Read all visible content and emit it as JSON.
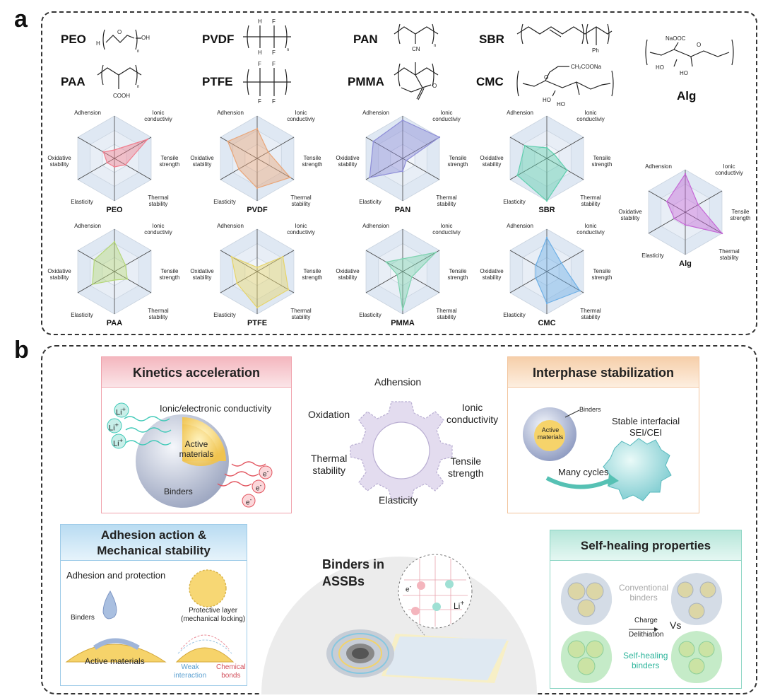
{
  "panel_a": {
    "letter": "a",
    "polymers": [
      {
        "key": "peo",
        "abbr": "PEO",
        "name": "PEO",
        "color": "#f07f8f"
      },
      {
        "key": "pvdf",
        "abbr": "PVDF",
        "name": "PVDF",
        "color": "#e9a679"
      },
      {
        "key": "pan",
        "abbr": "PAN",
        "name": "PAN",
        "color": "#8f8fd8"
      },
      {
        "key": "sbr",
        "abbr": "SBR",
        "name": "SBR",
        "color": "#5fcfae"
      },
      {
        "key": "paa",
        "abbr": "PAA",
        "name": "PAA",
        "color": "#b5d77a"
      },
      {
        "key": "ptfe",
        "abbr": "PTFE",
        "name": "PTFE",
        "color": "#e6d46a"
      },
      {
        "key": "pmma",
        "abbr": "PMMA",
        "name": "PMMA",
        "color": "#7fd3b0"
      },
      {
        "key": "cmc",
        "abbr": "CMC",
        "name": "CMC",
        "color": "#6fb0e6"
      },
      {
        "key": "alg",
        "abbr": "Alg",
        "name": "Alg",
        "color": "#c569d6"
      }
    ],
    "chem_labels": {
      "peo_h": "H",
      "peo_o": "O",
      "peo_oh": "OH",
      "n": "n",
      "pvdf_h": "H",
      "pvdf_f": "F",
      "pan_cn": "CN",
      "sbr_ph": "Ph",
      "paa_cooh": "COOH",
      "ptfe_f": "F",
      "cmc_sub": "CH₂COONa",
      "cmc_o": "O",
      "cmc_ho": "HO",
      "alg_naooc": "NaOOC",
      "alg_o": "O",
      "alg_ho": "HO"
    },
    "axes": [
      "Adhension",
      "Ionic conductiviy",
      "Tensile strength",
      "Thermal stability",
      "Elasticity",
      "Oxidative stability"
    ],
    "axis_lines": {
      "adhension": "Adhension",
      "ionic1": "Ionic",
      "ionic2": "conductiviy",
      "tensile1": "Tensile",
      "tensile2": "strength",
      "thermal1": "Thermal",
      "thermal2": "stability",
      "elasticity": "Elasticity",
      "oxidative1": "Oxidative",
      "oxidative2": "stability"
    },
    "chart_data": [
      {
        "type": "radar",
        "title": "PEO",
        "axes": [
          "Adhension",
          "Ionic conductiviy",
          "Tensile strength",
          "Thermal stability",
          "Elasticity",
          "Oxidative stability"
        ],
        "values": [
          0.2,
          0.9,
          0.3,
          0.2,
          0.2,
          0.3
        ],
        "color": "#f07f8f"
      },
      {
        "type": "radar",
        "title": "PVDF",
        "axes": [
          "Adhension",
          "Ionic conductiviy",
          "Tensile strength",
          "Thermal stability",
          "Elasticity",
          "Oxidative stability"
        ],
        "values": [
          0.7,
          0.3,
          0.9,
          0.7,
          0.5,
          0.8
        ],
        "color": "#e9a679"
      },
      {
        "type": "radar",
        "title": "PAN",
        "axes": [
          "Adhension",
          "Ionic conductiviy",
          "Tensile strength",
          "Thermal stability",
          "Elasticity",
          "Oxidative stability"
        ],
        "values": [
          0.9,
          1.0,
          0.1,
          0.3,
          0.9,
          0.8
        ],
        "color": "#8f8fd8"
      },
      {
        "type": "radar",
        "title": "SBR",
        "axes": [
          "Adhension",
          "Ionic conductiviy",
          "Tensile strength",
          "Thermal stability",
          "Elasticity",
          "Oxidative stability"
        ],
        "values": [
          0.25,
          0.2,
          0.55,
          1.0,
          0.8,
          0.6
        ],
        "color": "#5fcfae"
      },
      {
        "type": "radar",
        "title": "PAA",
        "axes": [
          "Adhension",
          "Ionic conductiviy",
          "Tensile strength",
          "Thermal stability",
          "Elasticity",
          "Oxidative stability"
        ],
        "values": [
          0.7,
          0.3,
          0.35,
          0.2,
          0.6,
          0.55
        ],
        "color": "#b5d77a"
      },
      {
        "type": "radar",
        "title": "PTFE",
        "axes": [
          "Adhension",
          "Ionic conductiviy",
          "Tensile strength",
          "Thermal stability",
          "Elasticity",
          "Oxidative stability"
        ],
        "values": [
          0.1,
          0.7,
          0.85,
          0.85,
          0.55,
          0.7
        ],
        "color": "#e6d46a"
      },
      {
        "type": "radar",
        "title": "PMMA",
        "axes": [
          "Adhension",
          "Ionic conductiviy",
          "Tensile strength",
          "Thermal stability",
          "Elasticity",
          "Oxidative stability"
        ],
        "values": [
          0.3,
          0.9,
          0.25,
          0.9,
          0.15,
          0.45
        ],
        "color": "#7fd3b0"
      },
      {
        "type": "radar",
        "title": "CMC",
        "axes": [
          "Adhension",
          "Ionic conductiviy",
          "Tensile strength",
          "Thermal stability",
          "Elasticity",
          "Oxidative stability"
        ],
        "values": [
          0.8,
          0.4,
          0.9,
          0.75,
          0.3,
          0.3
        ],
        "color": "#6fb0e6"
      },
      {
        "type": "radar",
        "title": "Alg",
        "axes": [
          "Adhension",
          "Ionic conductiviy",
          "Tensile strength",
          "Thermal stability",
          "Elasticity",
          "Oxidative stability"
        ],
        "values": [
          0.9,
          0.35,
          1.0,
          0.3,
          0.3,
          0.5
        ],
        "color": "#c569d6"
      }
    ]
  },
  "panel_b": {
    "letter": "b",
    "kinetics": {
      "title": "Kinetics acceleration",
      "conductivity": "Ionic/electronic conductivity",
      "active": "Active",
      "materials": "materials",
      "binders": "Binders",
      "li": "Li",
      "plus": "+",
      "e": "e",
      "minus": "-"
    },
    "gear": {
      "adhesion": "Adhension",
      "ionic1": "Ionic",
      "ionic2": "conductivity",
      "tensile1": "Tensile",
      "tensile2": "strength",
      "elasticity": "Elasticity",
      "thermal1": "Thermal",
      "thermal2": "stability",
      "oxidation": "Oxidation"
    },
    "interphase": {
      "title": "Interphase stabilization",
      "binders": "Binders",
      "active": "Active",
      "materials": "materials",
      "stable1": "Stable interfacial",
      "stable2": "SEI/CEI",
      "cycles": "Many cycles"
    },
    "adhesion": {
      "title1": "Adhesion action &",
      "title2": "Mechanical stability",
      "sub": "Adhesion and protection",
      "binders": "Binders",
      "protective1": "Protective layer",
      "protective2": "(mechanical locking)",
      "active": "Active materials",
      "weak1": "Weak",
      "weak2": "interaction",
      "chem1": "Chemical",
      "chem2": "bonds"
    },
    "assb": {
      "title1": "Binders in",
      "title2": "ASSBs",
      "e": "e",
      "li": "Li"
    },
    "selfheal": {
      "title": "Self-healing properties",
      "conv1": "Conventional",
      "conv2": "binders",
      "charge": "Charge",
      "delith": "Delithiation",
      "vs": "Vs",
      "sh1": "Self-healing",
      "sh2": "binders"
    }
  },
  "colors": {
    "kinetics_title": "#f6c6cc",
    "interphase_title": "#f8dcc3",
    "adhesion_title": "#cfe6f5",
    "selfheal_title": "#c9ede3"
  }
}
